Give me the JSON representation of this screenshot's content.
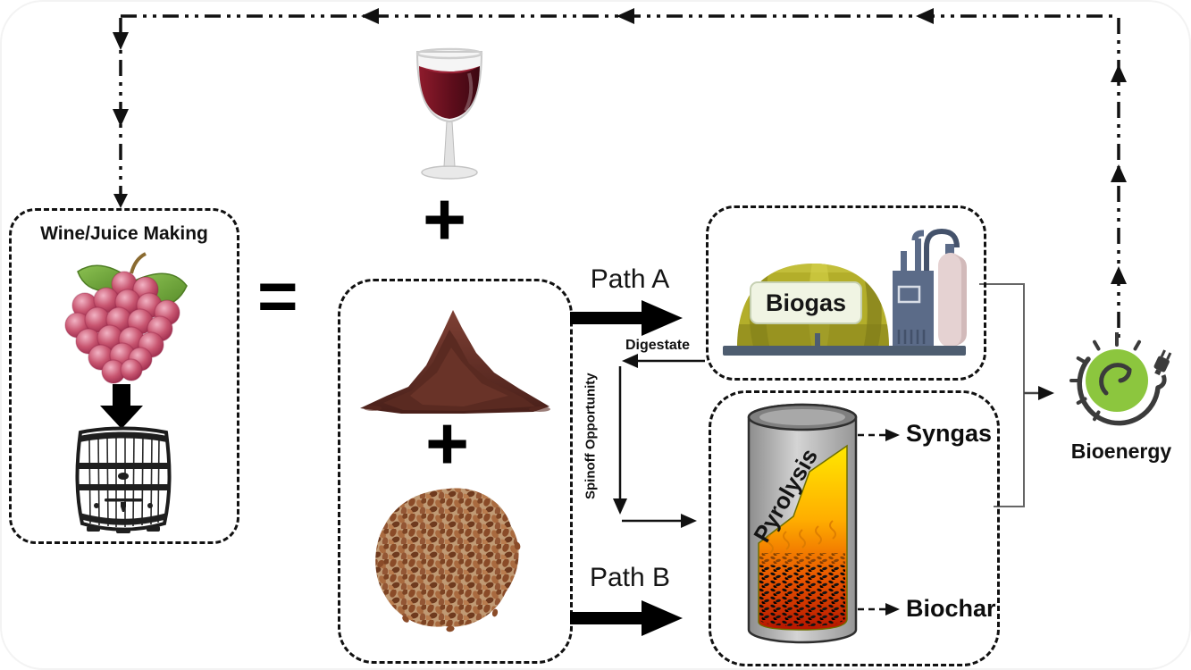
{
  "figure": {
    "type": "process-flow-diagram",
    "description": "Wine/Juice making by-products valorization pathways to bioenergy"
  },
  "nodes": {
    "wine_making": {
      "label": "Wine/Juice Making"
    },
    "biogas": {
      "label": "Biogas"
    },
    "pyrolysis": {
      "label": "Pyrolysis"
    },
    "bioenergy": {
      "label": "Bioenergy"
    }
  },
  "operators": {
    "equals": "=",
    "plus_glass": "+",
    "plus_pomace": "+"
  },
  "paths": {
    "path_a": {
      "label": "Path A"
    },
    "path_b": {
      "label": "Path B"
    }
  },
  "flows": {
    "digestate": "Digestate",
    "spinoff": "Spinoff Opportunity",
    "syngas": "Syngas",
    "biochar": "Biochar"
  },
  "icons": {
    "grapes": "grape-bunch-icon",
    "barrel": "wine-barrel-icon",
    "wine_glass": "red-wine-glass-icon",
    "pomace": "grape-pomace-powder-icon",
    "seeds": "grape-seeds-icon",
    "biogas_plant": "biogas-plant-icon",
    "pyrolysis_reactor": "pyrolysis-reactor-icon",
    "bioenergy": "bioenergy-plug-icon"
  },
  "colors": {
    "line": "#111111",
    "connector_gray": "#666666",
    "biogas_dome": "#b3ae2a",
    "equipment_blue": "#5b6b88",
    "tank_pink": "#e5d2d2",
    "flame_yellow": "#ffe800",
    "flame_orange": "#ff9e00",
    "flame_red": "#c21a00",
    "bioenergy_green": "#8cc63e",
    "wine_red": "#6b1220",
    "grape_red": "#c85570",
    "leaf_green": "#6fae3a",
    "pomace_brown": "#5a241c",
    "seed_brown": "#8a4b28"
  }
}
